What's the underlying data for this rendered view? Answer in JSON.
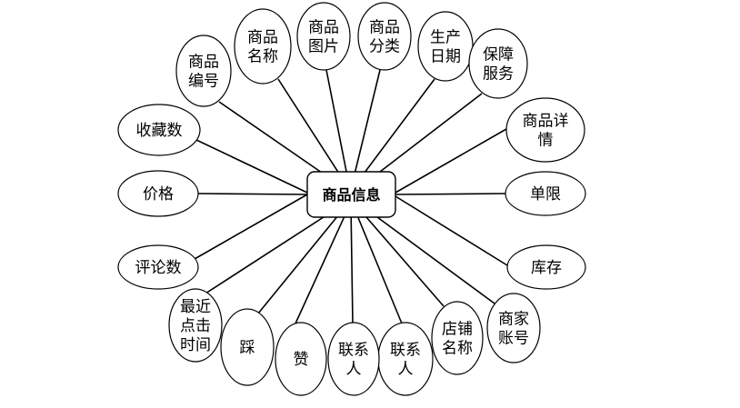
{
  "entity": {
    "label": "商品信息"
  },
  "attributes": [
    {
      "id": "goods-id",
      "lines": [
        "商品",
        "编号"
      ]
    },
    {
      "id": "goods-name",
      "lines": [
        "商品",
        "名称"
      ]
    },
    {
      "id": "goods-image",
      "lines": [
        "商品",
        "图片"
      ]
    },
    {
      "id": "goods-category",
      "lines": [
        "商品",
        "分类"
      ]
    },
    {
      "id": "production-date",
      "lines": [
        "生产",
        "日期"
      ]
    },
    {
      "id": "warranty-service",
      "lines": [
        "保障",
        "服务"
      ]
    },
    {
      "id": "goods-detail",
      "lines": [
        "商品详",
        "情"
      ]
    },
    {
      "id": "purchase-limit",
      "lines": [
        "单限"
      ]
    },
    {
      "id": "stock",
      "lines": [
        "库存"
      ]
    },
    {
      "id": "merchant-account",
      "lines": [
        "商家",
        "账号"
      ]
    },
    {
      "id": "store-name",
      "lines": [
        "店铺",
        "名称"
      ]
    },
    {
      "id": "contact-2",
      "lines": [
        "联系",
        "人"
      ]
    },
    {
      "id": "contact-1",
      "lines": [
        "联系",
        "人"
      ]
    },
    {
      "id": "likes",
      "lines": [
        "赞"
      ]
    },
    {
      "id": "dislikes",
      "lines": [
        "踩"
      ]
    },
    {
      "id": "last-click-time",
      "lines": [
        "最近",
        "点击",
        "时间"
      ]
    },
    {
      "id": "comment-count",
      "lines": [
        "评论数"
      ]
    },
    {
      "id": "price",
      "lines": [
        "价格"
      ]
    },
    {
      "id": "favorite-count",
      "lines": [
        "收藏数"
      ]
    }
  ]
}
